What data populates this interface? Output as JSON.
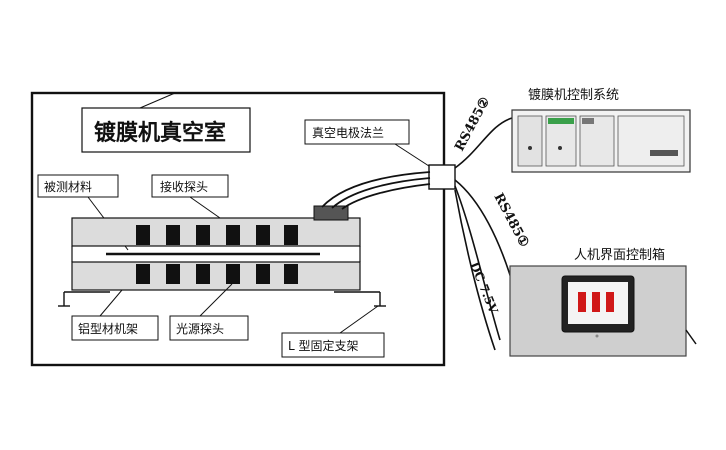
{
  "labels": {
    "chamber_title": "镀膜机真空室",
    "flange": "真空电极法兰",
    "sample": "被测材料",
    "receiver": "接收探头",
    "frame": "铝型材机架",
    "light_probe": "光源探头",
    "bracket": "L 型固定支架",
    "control_system": "镀膜机控制系统",
    "hmi_box": "人机界面控制箱",
    "rs485_2": "RS485②",
    "rs485_1": "RS485①",
    "dc_power": "DC 7.5V"
  },
  "colors": {
    "line": "#111111",
    "rail_fill": "#dcdcdc",
    "probe_fill": "#111111",
    "device_fill": "#f2f2f2",
    "hmi_panel": "#cfcfcf",
    "screen_border": "#222222",
    "screen_fill": "#d01818"
  }
}
